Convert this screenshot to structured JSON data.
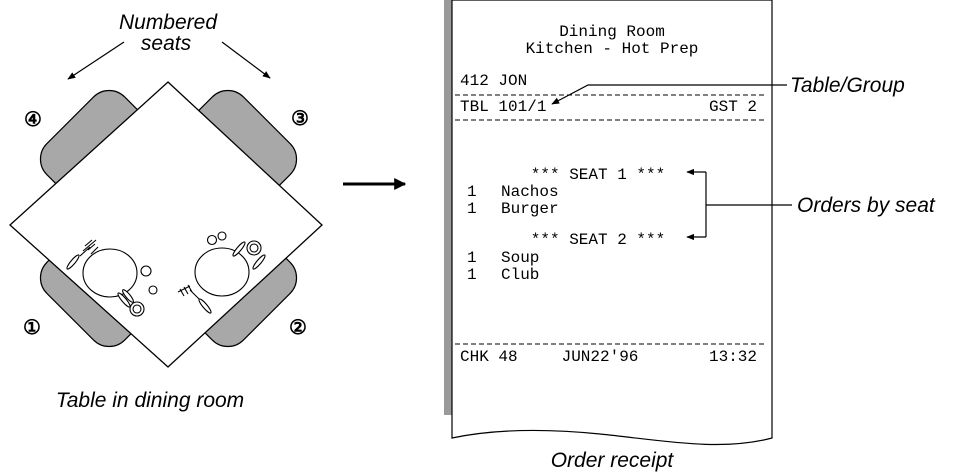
{
  "labels": {
    "numbered_seats_line1": "Numbered",
    "numbered_seats_line2": "seats",
    "table_caption": "Table in dining room",
    "receipt_caption": "Order receipt",
    "table_group": "Table/Group",
    "orders_by_seat": "Orders by seat"
  },
  "seat_numbers": [
    "④",
    "③",
    "①",
    "②"
  ],
  "receipt": {
    "header1": "Dining Room",
    "header2": "Kitchen - Hot Prep",
    "server": "412 JON",
    "table": "TBL 101/1",
    "guests": "GST 2",
    "seat1": "*** SEAT 1 ***",
    "seat1_items": [
      {
        "qty": "1",
        "name": "Nachos"
      },
      {
        "qty": "1",
        "name": "Burger"
      }
    ],
    "seat2": "*** SEAT 2 ***",
    "seat2_items": [
      {
        "qty": "1",
        "name": "Soup"
      },
      {
        "qty": "1",
        "name": "Club"
      }
    ],
    "check": "CHK 48",
    "date": "JUN22'96",
    "time": "13:32"
  },
  "colors": {
    "seat_fill": "#a8a8a8",
    "receipt_shadow": "#9a9a9a",
    "line": "#000000"
  }
}
